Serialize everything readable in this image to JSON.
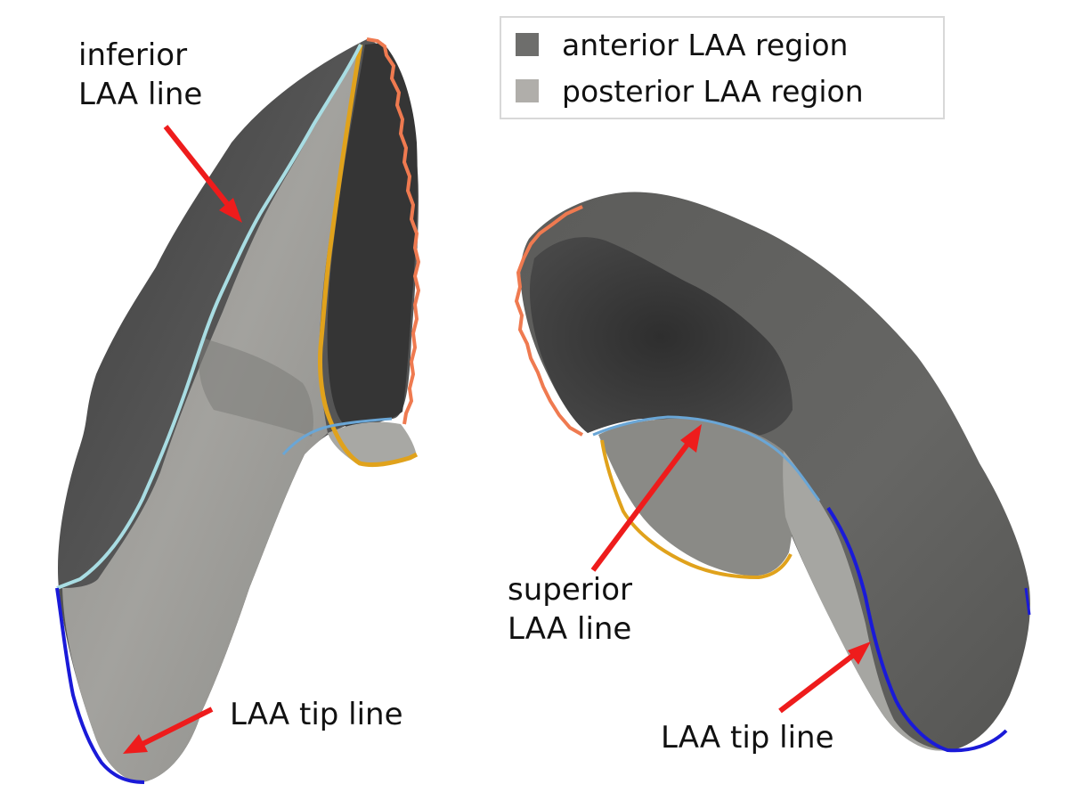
{
  "labels": {
    "inferior_line": [
      "inferior",
      "LAA line"
    ],
    "superior_line": [
      "superior",
      "LAA line"
    ],
    "tip_line_left": "LAA tip line",
    "tip_line_right": "LAA tip line"
  },
  "legend": {
    "items": [
      {
        "label": "anterior LAA region",
        "color": "#6e6e6c"
      },
      {
        "label": "posterior LAA region",
        "color": "#b0aeaa"
      }
    ]
  },
  "colors": {
    "anterior": "#505050",
    "posterior": "#9a9a96",
    "inferior_line": "#a9dde3",
    "superior_line": "#6aa6d6",
    "tip_line": "#1a1ad8",
    "ostium_line": "#e0a21c",
    "cut_edge": "#ef7a50",
    "arrow": "#ee1c1c"
  }
}
